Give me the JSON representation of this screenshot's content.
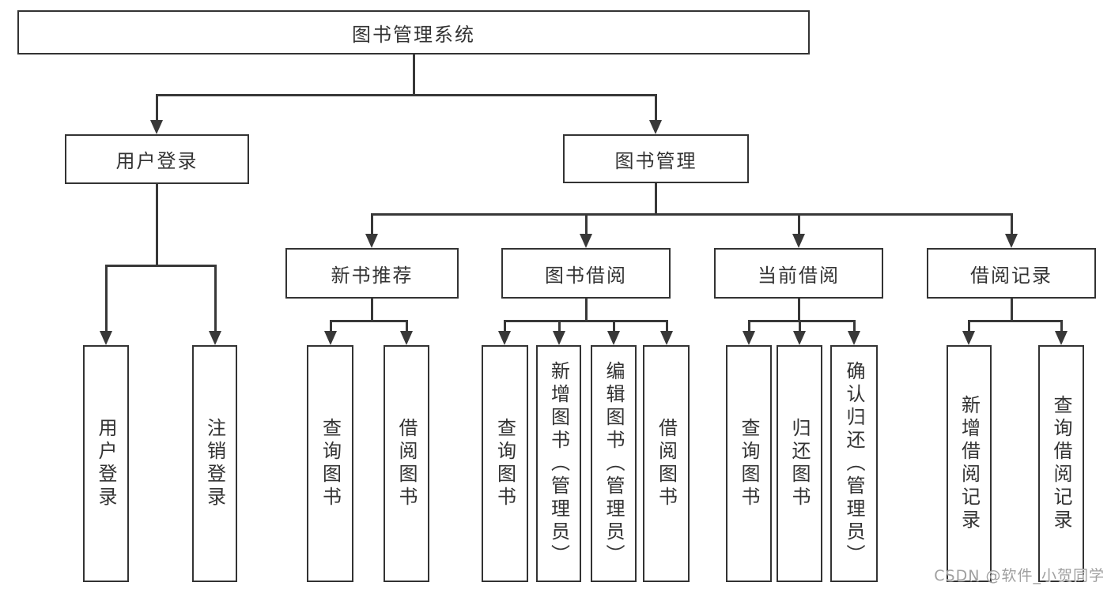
{
  "diagram": {
    "root": {
      "label": "图书管理系统"
    },
    "branches": [
      {
        "label": "用户登录",
        "children": [
          "用户登录",
          "注销登录"
        ]
      },
      {
        "label": "图书管理",
        "sections": [
          {
            "label": "新书推荐",
            "children": [
              "查询图书",
              "借阅图书"
            ]
          },
          {
            "label": "图书借阅",
            "children": [
              "查询图书",
              "新增图书（管理员）",
              "编辑图书（管理员）",
              "借阅图书"
            ]
          },
          {
            "label": "当前借阅",
            "children": [
              "查询图书",
              "归还图书",
              "确认归还（管理员）"
            ]
          },
          {
            "label": "借阅记录",
            "children": [
              "新增借阅记录",
              "查询借阅记录"
            ]
          }
        ]
      }
    ]
  },
  "watermark": "CSDN @软件_小贺同学",
  "colors": {
    "line": "#383838",
    "box_border": "#333333",
    "box_fill": "#ffffff",
    "text": "#333333",
    "watermark": "#a0a0a0",
    "background": "#ffffff"
  }
}
